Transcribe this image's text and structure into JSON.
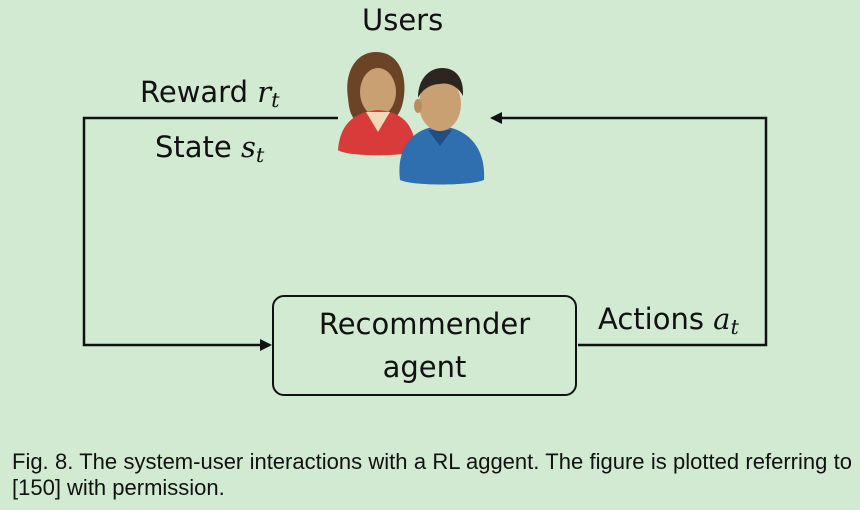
{
  "diagram": {
    "users_title": "Users",
    "reward": {
      "text": "Reward ",
      "symbol": "r",
      "subscript": "t"
    },
    "state": {
      "text": "State ",
      "symbol": "s",
      "subscript": "t"
    },
    "actions": {
      "text": "Actions ",
      "symbol": "a",
      "subscript": "t"
    },
    "agent_label": "Recommender\nagent",
    "users_icon": "users-icon",
    "colors": {
      "background": "#d2ead2",
      "line": "#111111",
      "user_female_shirt": "#d93a3a",
      "user_male_shirt": "#2f6fb0"
    }
  },
  "caption": "Fig. 8. The system-user interactions with a RL aggent. The figure is plotted referring to [150] with permission."
}
